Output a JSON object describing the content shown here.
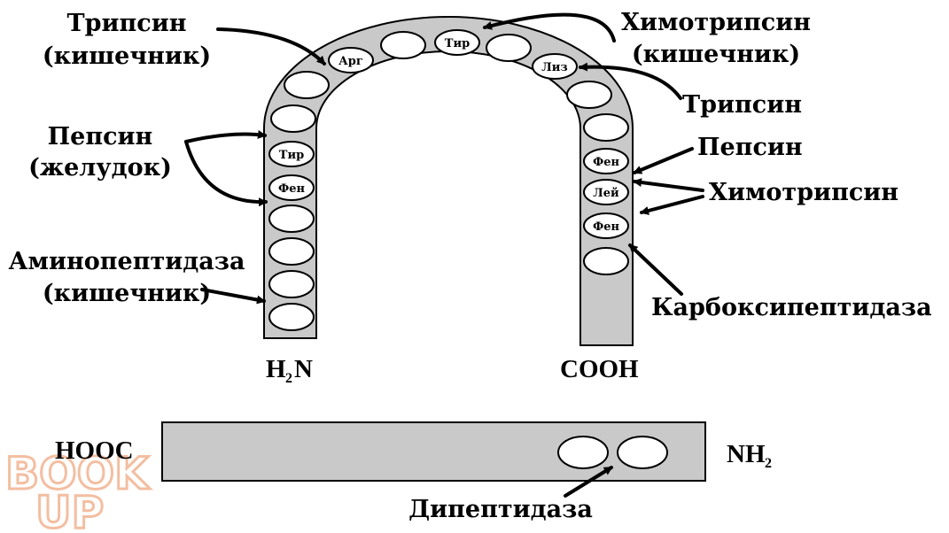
{
  "colors": {
    "band_fill": "#c9c9c9",
    "outline": "#000000",
    "residue_fill": "#ffffff",
    "watermark": "#f0a982"
  },
  "enzymes": {
    "trypsin_top_line1": "Трипсин",
    "trypsin_top_line2": "(кишечник)",
    "chymotrypsin_top_line1": "Химотрипсин",
    "chymotrypsin_top_line2": "(кишечник)",
    "trypsin_right": "Трипсин",
    "pepsin_left_line1": "Пепсин",
    "pepsin_left_line2": "(желудок)",
    "pepsin_right": "Пепсин",
    "chymotrypsin_right": "Химотрипсин",
    "aminopeptidase_line1": "Аминопептидаза",
    "aminopeptidase_line2": "(кишечник)",
    "carboxypeptidase": "Карбоксипептидаза",
    "dipeptidase": "Дипептидаза"
  },
  "residues": {
    "arg": "Арг",
    "tyr_top": "Тир",
    "lys": "Лиз",
    "tyr_left": "Тир",
    "phe_left": "Фен",
    "phe_right1": "Фен",
    "leu_right": "Лей",
    "phe_right2": "Фен"
  },
  "termini": {
    "h2n_h": "H",
    "h2n_sub": "2",
    "h2n_n": "N",
    "cooh": "COOH",
    "hooc": "HOOC",
    "nh2_nh": "NH",
    "nh2_sub": "2"
  },
  "watermark": {
    "line1": "BOOK",
    "line2": "UP"
  }
}
